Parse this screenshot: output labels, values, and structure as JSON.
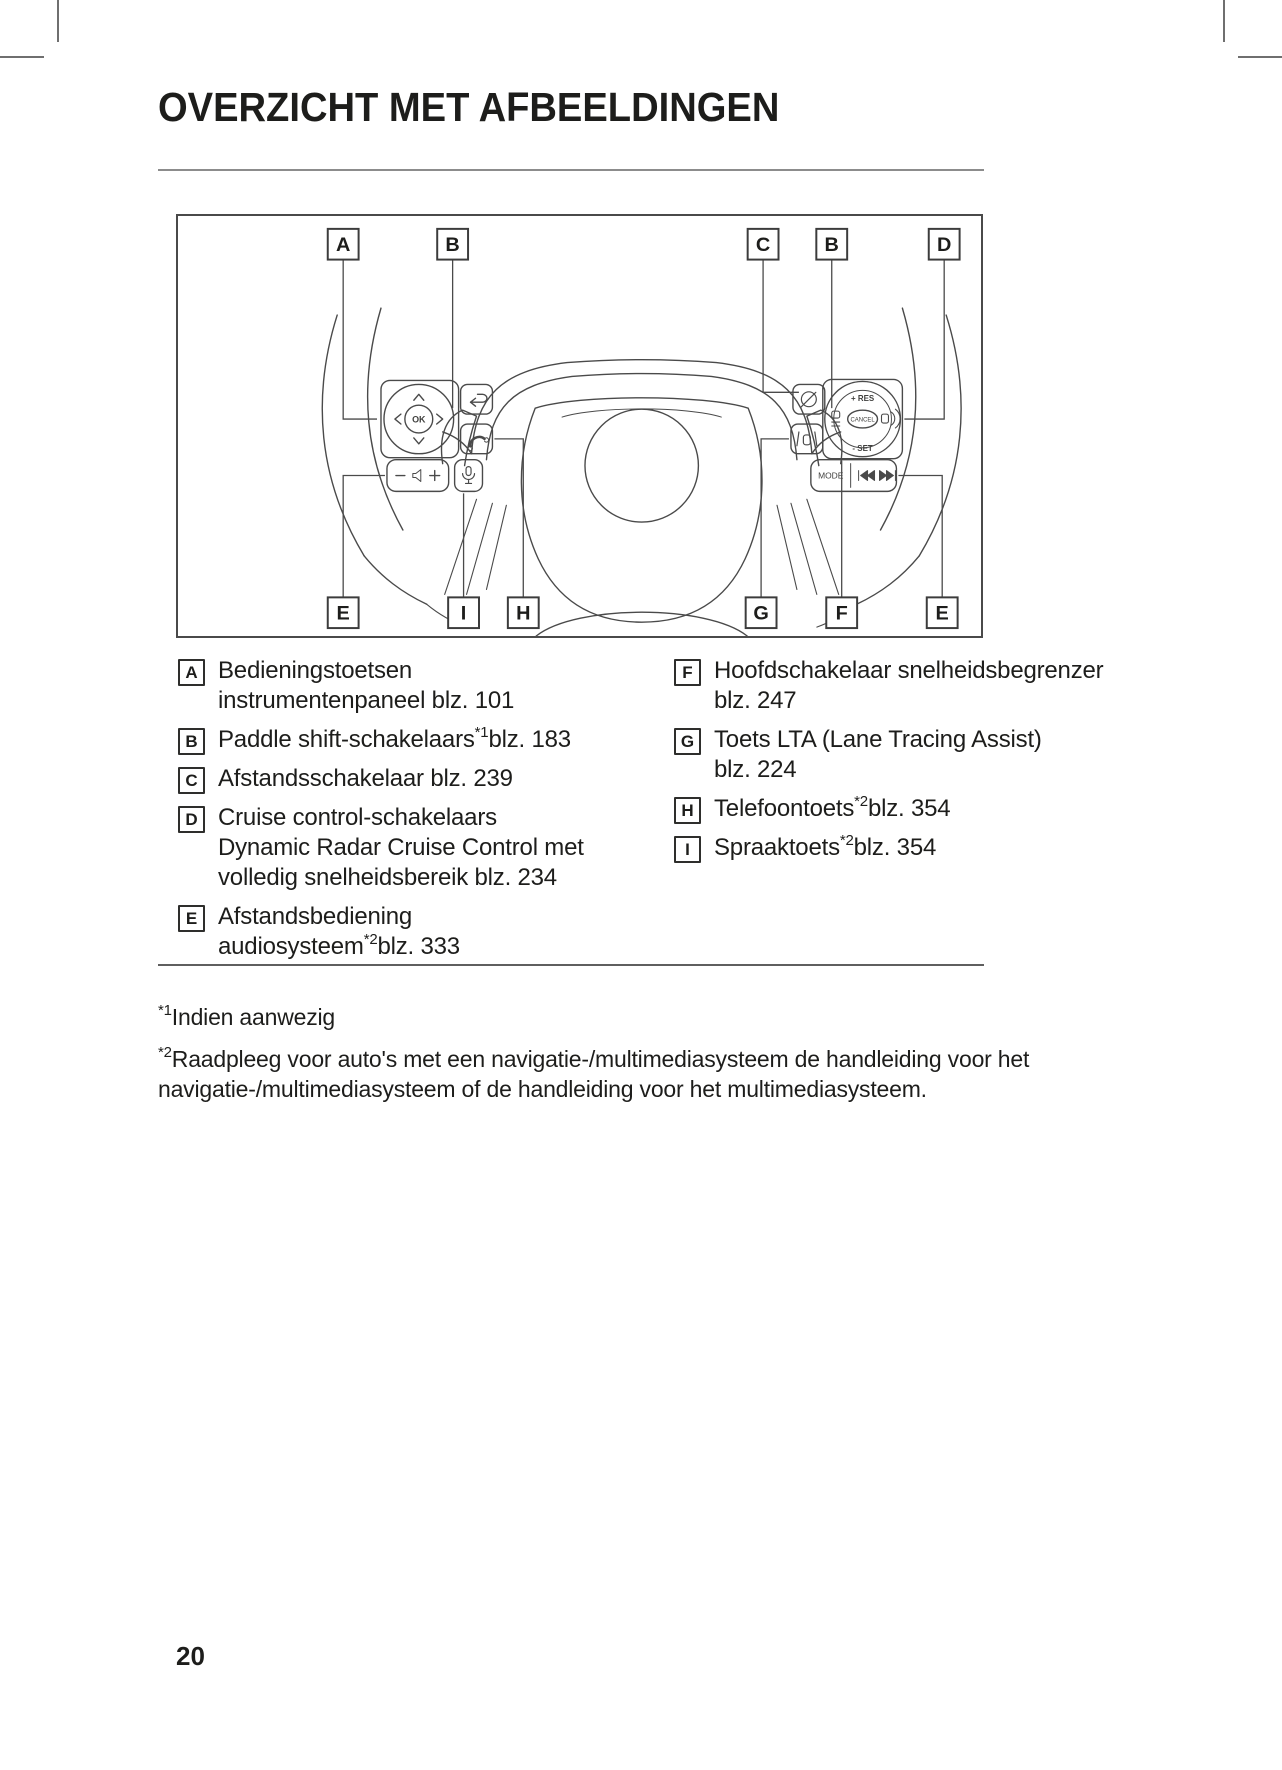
{
  "title": "OVERZICHT MET AFBEELDINGEN",
  "page": {
    "number": "20"
  },
  "diagram": {
    "callouts_top": [
      "A",
      "B",
      "C",
      "B",
      "D"
    ],
    "callouts_bottom": [
      "E",
      "I",
      "H",
      "G",
      "F",
      "E"
    ],
    "buttons": {
      "ok": "OK",
      "cancel": "CANCEL",
      "res": "+ RES",
      "set": "- SET",
      "mode": "MODE"
    }
  },
  "legend": {
    "left": [
      {
        "key": "A",
        "segments": [
          {
            "t": "Bedieningstoetsen"
          },
          {
            "br": true
          },
          {
            "t": "instrumentenpaneel blz. 101"
          }
        ]
      },
      {
        "key": "B",
        "segments": [
          {
            "t": "Paddle shift-schakelaars"
          },
          {
            "t": "*1",
            "sup": true
          },
          {
            "t": "blz. 183"
          }
        ]
      },
      {
        "key": "C",
        "segments": [
          {
            "t": "Afstandsschakelaar blz. 239"
          }
        ]
      },
      {
        "key": "D",
        "segments": [
          {
            "t": "Cruise control-schakelaars"
          },
          {
            "br": true
          },
          {
            "t": "Dynamic Radar Cruise Control met"
          },
          {
            "br": true
          },
          {
            "t": "volledig snelheidsbereik blz. 234"
          }
        ]
      },
      {
        "key": "E",
        "segments": [
          {
            "t": "Afstandsbediening"
          },
          {
            "br": true
          },
          {
            "t": "audiosysteem"
          },
          {
            "t": "*2",
            "sup": true
          },
          {
            "t": "blz. 333"
          }
        ]
      }
    ],
    "right": [
      {
        "key": "F",
        "segments": [
          {
            "t": "Hoofdschakelaar snelheidsbegrenzer"
          },
          {
            "br": true
          },
          {
            "t": "blz. 247"
          }
        ]
      },
      {
        "key": "G",
        "segments": [
          {
            "t": "Toets LTA (Lane Tracing Assist)"
          },
          {
            "br": true
          },
          {
            "t": "blz. 224"
          }
        ]
      },
      {
        "key": "H",
        "segments": [
          {
            "t": "Telefoontoets"
          },
          {
            "t": "*2",
            "sup": true
          },
          {
            "t": "blz. 354"
          }
        ]
      },
      {
        "key": "I",
        "segments": [
          {
            "t": "Spraaktoets"
          },
          {
            "t": "*2",
            "sup": true
          },
          {
            "t": "blz. 354"
          }
        ]
      }
    ]
  },
  "footnotes": [
    {
      "segments": [
        {
          "t": "*1",
          "sup": true
        },
        {
          "t": "Indien aanwezig"
        }
      ]
    },
    {
      "segments": [
        {
          "t": "*2",
          "sup": true
        },
        {
          "t": "Raadpleeg voor auto's met een navigatie-/multimediasysteem de handleiding voor het"
        },
        {
          "br": true
        },
        {
          "t": "navigatie-/multimediasysteem of de handleiding voor het multimediasysteem."
        }
      ]
    }
  ],
  "colors": {
    "ink": "#1d1d1b",
    "line": "#4a4a4a",
    "rule": "#8c8c8c"
  }
}
